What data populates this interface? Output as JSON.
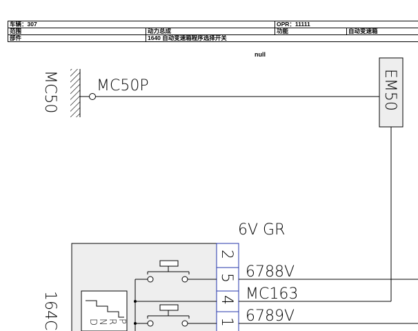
{
  "header": {
    "vehicle": "车辆：307",
    "opr": "OPR：11111",
    "scope_label": "范围",
    "scope_value": "动力总成",
    "function_label": "功能",
    "function_value": "自动变速箱",
    "part_label": "部件",
    "part_value": "1640 自动变速箱程序选择开关"
  },
  "note": "null",
  "diagram": {
    "ground_name": "MC50",
    "ground_point": "MC50P",
    "connector_right": "EM50",
    "wire_spec": "6V  GR",
    "component_code": "164C",
    "pins": [
      {
        "pin": "2",
        "wire": ""
      },
      {
        "pin": "5",
        "wire": "6788V"
      },
      {
        "pin": "4",
        "wire": "MC163"
      },
      {
        "pin": "1",
        "wire": "6789V"
      }
    ],
    "selector_letters": [
      "P",
      "R",
      "N",
      "D"
    ]
  }
}
